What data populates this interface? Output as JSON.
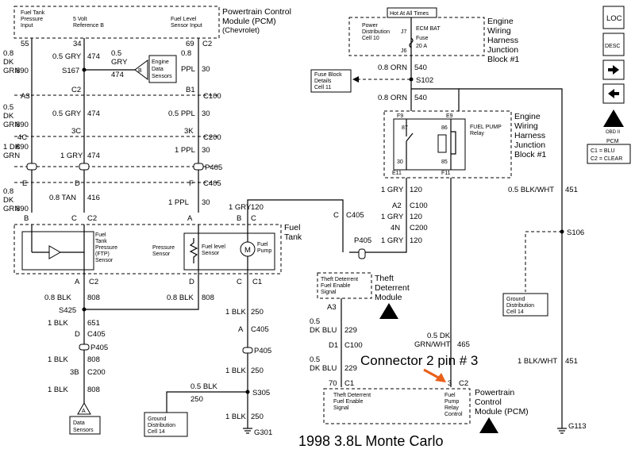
{
  "pcm_top": {
    "title_line1": "Powertrain Control",
    "title_line2": "Module (PCM)",
    "title_line3": "(Chevrolet)",
    "fuel_tank_pressure": [
      "Fuel Tank",
      "Pressure",
      "Input"
    ],
    "five_volt": [
      "5 Volt",
      "Reference B"
    ],
    "fuel_level": [
      "Fuel Level",
      "Sensor Input"
    ],
    "pins": [
      "55",
      "34",
      "69",
      "C2"
    ]
  },
  "wires": {
    "w890": [
      "0.8",
      "DK",
      "GRN",
      "890"
    ],
    "w474a": [
      "0.5 GRY",
      "474"
    ],
    "w474b": [
      "0.5",
      "GRY",
      "474"
    ],
    "w30a": [
      "0.8",
      "PPL",
      "30"
    ],
    "s167": "S167",
    "engine_data": [
      "Engine",
      "Data",
      "Sensors"
    ],
    "b_conn": "B",
    "a3": "A3",
    "c2_left": "C2",
    "b1": "B1",
    "c100": "C100",
    "w890b": [
      "0.5",
      "DK",
      "GRN",
      "890"
    ],
    "w474c": [
      "0.5 GRY",
      "474"
    ],
    "w30b": [
      "0.5 PPL",
      "30"
    ],
    "c4": "4C",
    "c3": "3C",
    "k3": "3K",
    "c200": "C200",
    "w890c": [
      "1 DK",
      "GRN",
      "890"
    ],
    "w474d": [
      "1 GRY",
      "474"
    ],
    "w30c": [
      "1 PPL",
      "30"
    ],
    "p405": "P405",
    "e": "E",
    "d": "D",
    "f": "F",
    "c405": "C405",
    "w890d": [
      "0.8",
      "DK",
      "GRN",
      "890"
    ],
    "w416": [
      "0.8 TAN",
      "416"
    ],
    "w30d": [
      "1 PPL",
      "30"
    ],
    "w120a": [
      "1 GRY",
      "120"
    ],
    "b_l": "B",
    "c_l": "C",
    "c2_l": "C2",
    "a_l": "A",
    "b_r": "B",
    "c_r": "C"
  },
  "fuel_tank": {
    "title": [
      "Fuel",
      "Tank"
    ],
    "ftp": [
      "Fuel",
      "Tank",
      "Pressure",
      "(FTP)",
      "Sensor"
    ],
    "pressure_sensor": [
      "Pressure",
      "Sensor"
    ],
    "fuel_level": [
      "Fuel level",
      "Sensor"
    ],
    "fuel_pump": [
      "Fuel",
      "Pump"
    ],
    "motor": "M",
    "bottom_pins": [
      "A",
      "C2",
      "D",
      "C",
      "C1"
    ]
  },
  "lower_left": {
    "w808a": [
      "0.8 BLK",
      "808"
    ],
    "s425": "S425",
    "w808b": [
      "0.8 BLK",
      "808"
    ],
    "w651": [
      "1 BLK",
      "651"
    ],
    "d_c405": [
      "D",
      "C405"
    ],
    "p405": "P405",
    "w808c": [
      "1 BLK",
      "808"
    ],
    "b3_c200": [
      "3B",
      "C200"
    ],
    "w808d": [
      "1 BLK",
      "808"
    ],
    "a": "A",
    "data_sensors": [
      "Data",
      "Sensors"
    ]
  },
  "lower_mid": {
    "w250a": [
      "1 BLK",
      "250"
    ],
    "a_c405": [
      "A",
      "C405"
    ],
    "p405": "P405",
    "w250b": [
      "1 BLK",
      "250"
    ],
    "w250c": [
      "0.5 BLK",
      "250"
    ],
    "s305": "S305",
    "ground": [
      "Ground",
      "Distribution",
      "Cell 14"
    ],
    "w250d": [
      "1 BLK",
      "250"
    ],
    "g301": "G301"
  },
  "junction_top": {
    "hot": "Hot At All Times",
    "power": [
      "Power",
      "Distribution",
      "Cell 10"
    ],
    "fuse": [
      "J7",
      "ECM BAT",
      "Fuse",
      "20 A",
      "J6"
    ],
    "title": [
      "Engine",
      "Wiring",
      "Harness",
      "Junction",
      "Block #1"
    ]
  },
  "mid_right": {
    "fuse_block": [
      "Fuse Block",
      "Details",
      "Cell 11"
    ],
    "w540a": [
      "0.8 ORN",
      "540"
    ],
    "s102": "S102",
    "w540b": [
      "0.8 ORN",
      "540"
    ],
    "relay_pins": [
      "F9",
      "E9",
      "87",
      "86",
      "30",
      "85",
      "E11",
      "F11"
    ],
    "relay_label": [
      "FUEL PUMP",
      "Relay"
    ],
    "title": [
      "Engine",
      "Wiring",
      "Harness",
      "Junction",
      "Block #1"
    ],
    "w120b": [
      "1 GRY",
      "120"
    ],
    "a2_c100": [
      "A2",
      "C100"
    ],
    "w120c": [
      "1 GRY",
      "120"
    ],
    "n4_c200": [
      "4N",
      "C200"
    ],
    "w120d": [
      "1 GRY",
      "120"
    ],
    "c_c405": [
      "C",
      "C405"
    ],
    "p405": "P405",
    "w451a": [
      "0.5 BLK/WHT",
      "451"
    ],
    "s106": "S106",
    "ground14": [
      "Ground",
      "Distribution",
      "Cell 14"
    ],
    "w451b": [
      "1 BLK/WHT",
      "451"
    ],
    "g113": "G113"
  },
  "theft": {
    "box": [
      "Theft Deterrent",
      "Fuel Enable",
      "Signal"
    ],
    "title": [
      "Theft",
      "Deterrent",
      "Module"
    ],
    "a3": "A3",
    "w229a": [
      "0.5",
      "DK BLU",
      "229"
    ],
    "d1_c100": [
      "D1",
      "C100"
    ],
    "w229b": [
      "0.5",
      "DK BLU",
      "229"
    ],
    "w465": [
      "0.5 DK",
      "GRN/WHT",
      "465"
    ],
    "pins": [
      "70",
      "C1",
      "3",
      "C2"
    ],
    "pcm_box": [
      "Theft Deterrent",
      "Fuel Enable",
      "Signal"
    ],
    "pcm_relay": [
      "Fuel",
      "Pump",
      "Relay",
      "Control"
    ],
    "pcm_title": [
      "Powertrain",
      "Control",
      "Module (PCM)"
    ]
  },
  "annotations": {
    "connector": "Connector 2 pin # 3",
    "connector_color": "#e8601a",
    "caption": "1998 3.8L Monte Carlo",
    "caption_color": "#139913"
  },
  "side": {
    "loc": "LOC",
    "desc": "DESC",
    "obd": "OBD II",
    "pcm_legend": [
      "PCM",
      "C1 = BLU",
      "C2 = CLEAR"
    ]
  }
}
